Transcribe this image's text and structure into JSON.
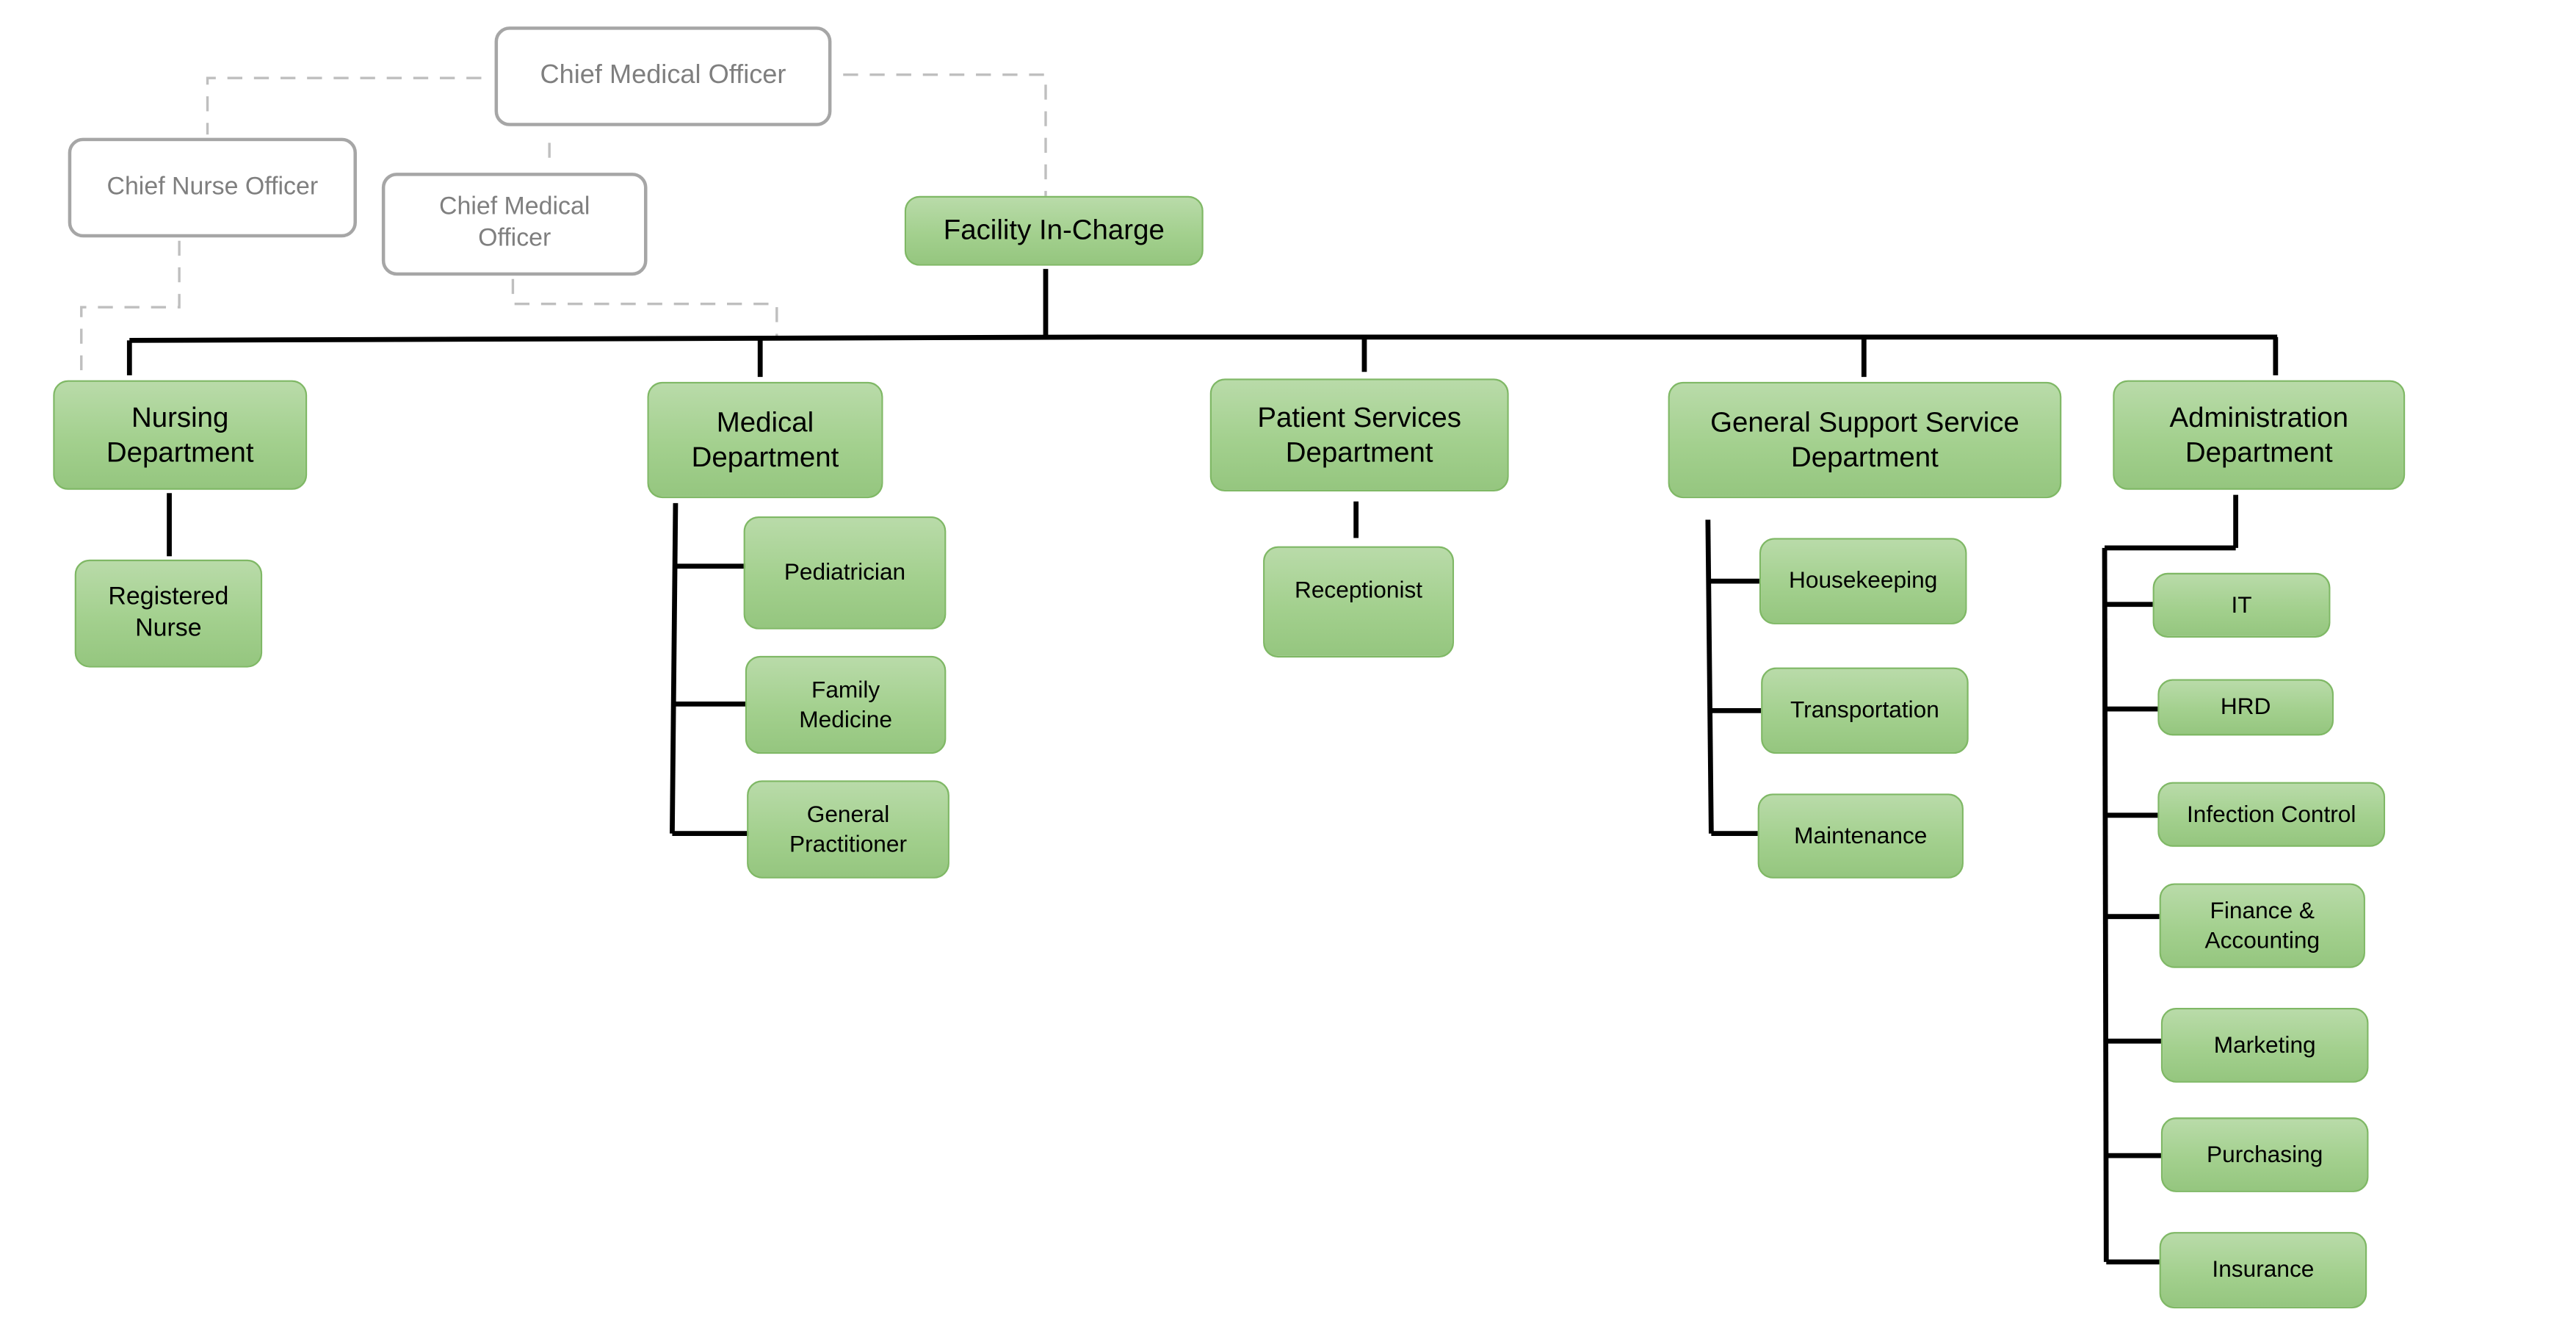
{
  "executives": {
    "chief_medical_officer_top": "Chief Medical Officer",
    "chief_nurse_officer": "Chief Nurse Officer",
    "chief_medical_officer_second": "Chief Medical\nOfficer",
    "facility_in_charge": "Facility In-Charge"
  },
  "departments": {
    "nursing": {
      "label": "Nursing\nDepartment",
      "units": [
        "Registered\nNurse"
      ]
    },
    "medical": {
      "label": "Medical\nDepartment",
      "units": [
        "Pediatrician",
        "Family\nMedicine",
        "General\nPractitioner"
      ]
    },
    "patient_services": {
      "label": "Patient Services\nDepartment",
      "units": [
        "Receptionist"
      ]
    },
    "general_support": {
      "label": "General Support Service\nDepartment",
      "units": [
        "Housekeeping",
        "Transportation",
        "Maintenance"
      ]
    },
    "administration": {
      "label": "Administration\nDepartment",
      "units": [
        "IT",
        "HRD",
        "Infection Control",
        "Finance &\nAccounting",
        "Marketing",
        "Purchasing",
        "Insurance"
      ]
    }
  },
  "colors": {
    "box_fill": "#a3d08e",
    "box_border": "#7fb865",
    "exec_border": "#a6a6a6",
    "exec_text": "#7f7f7f",
    "connector": "#000000",
    "dashed_connector": "#bfbfbf"
  }
}
